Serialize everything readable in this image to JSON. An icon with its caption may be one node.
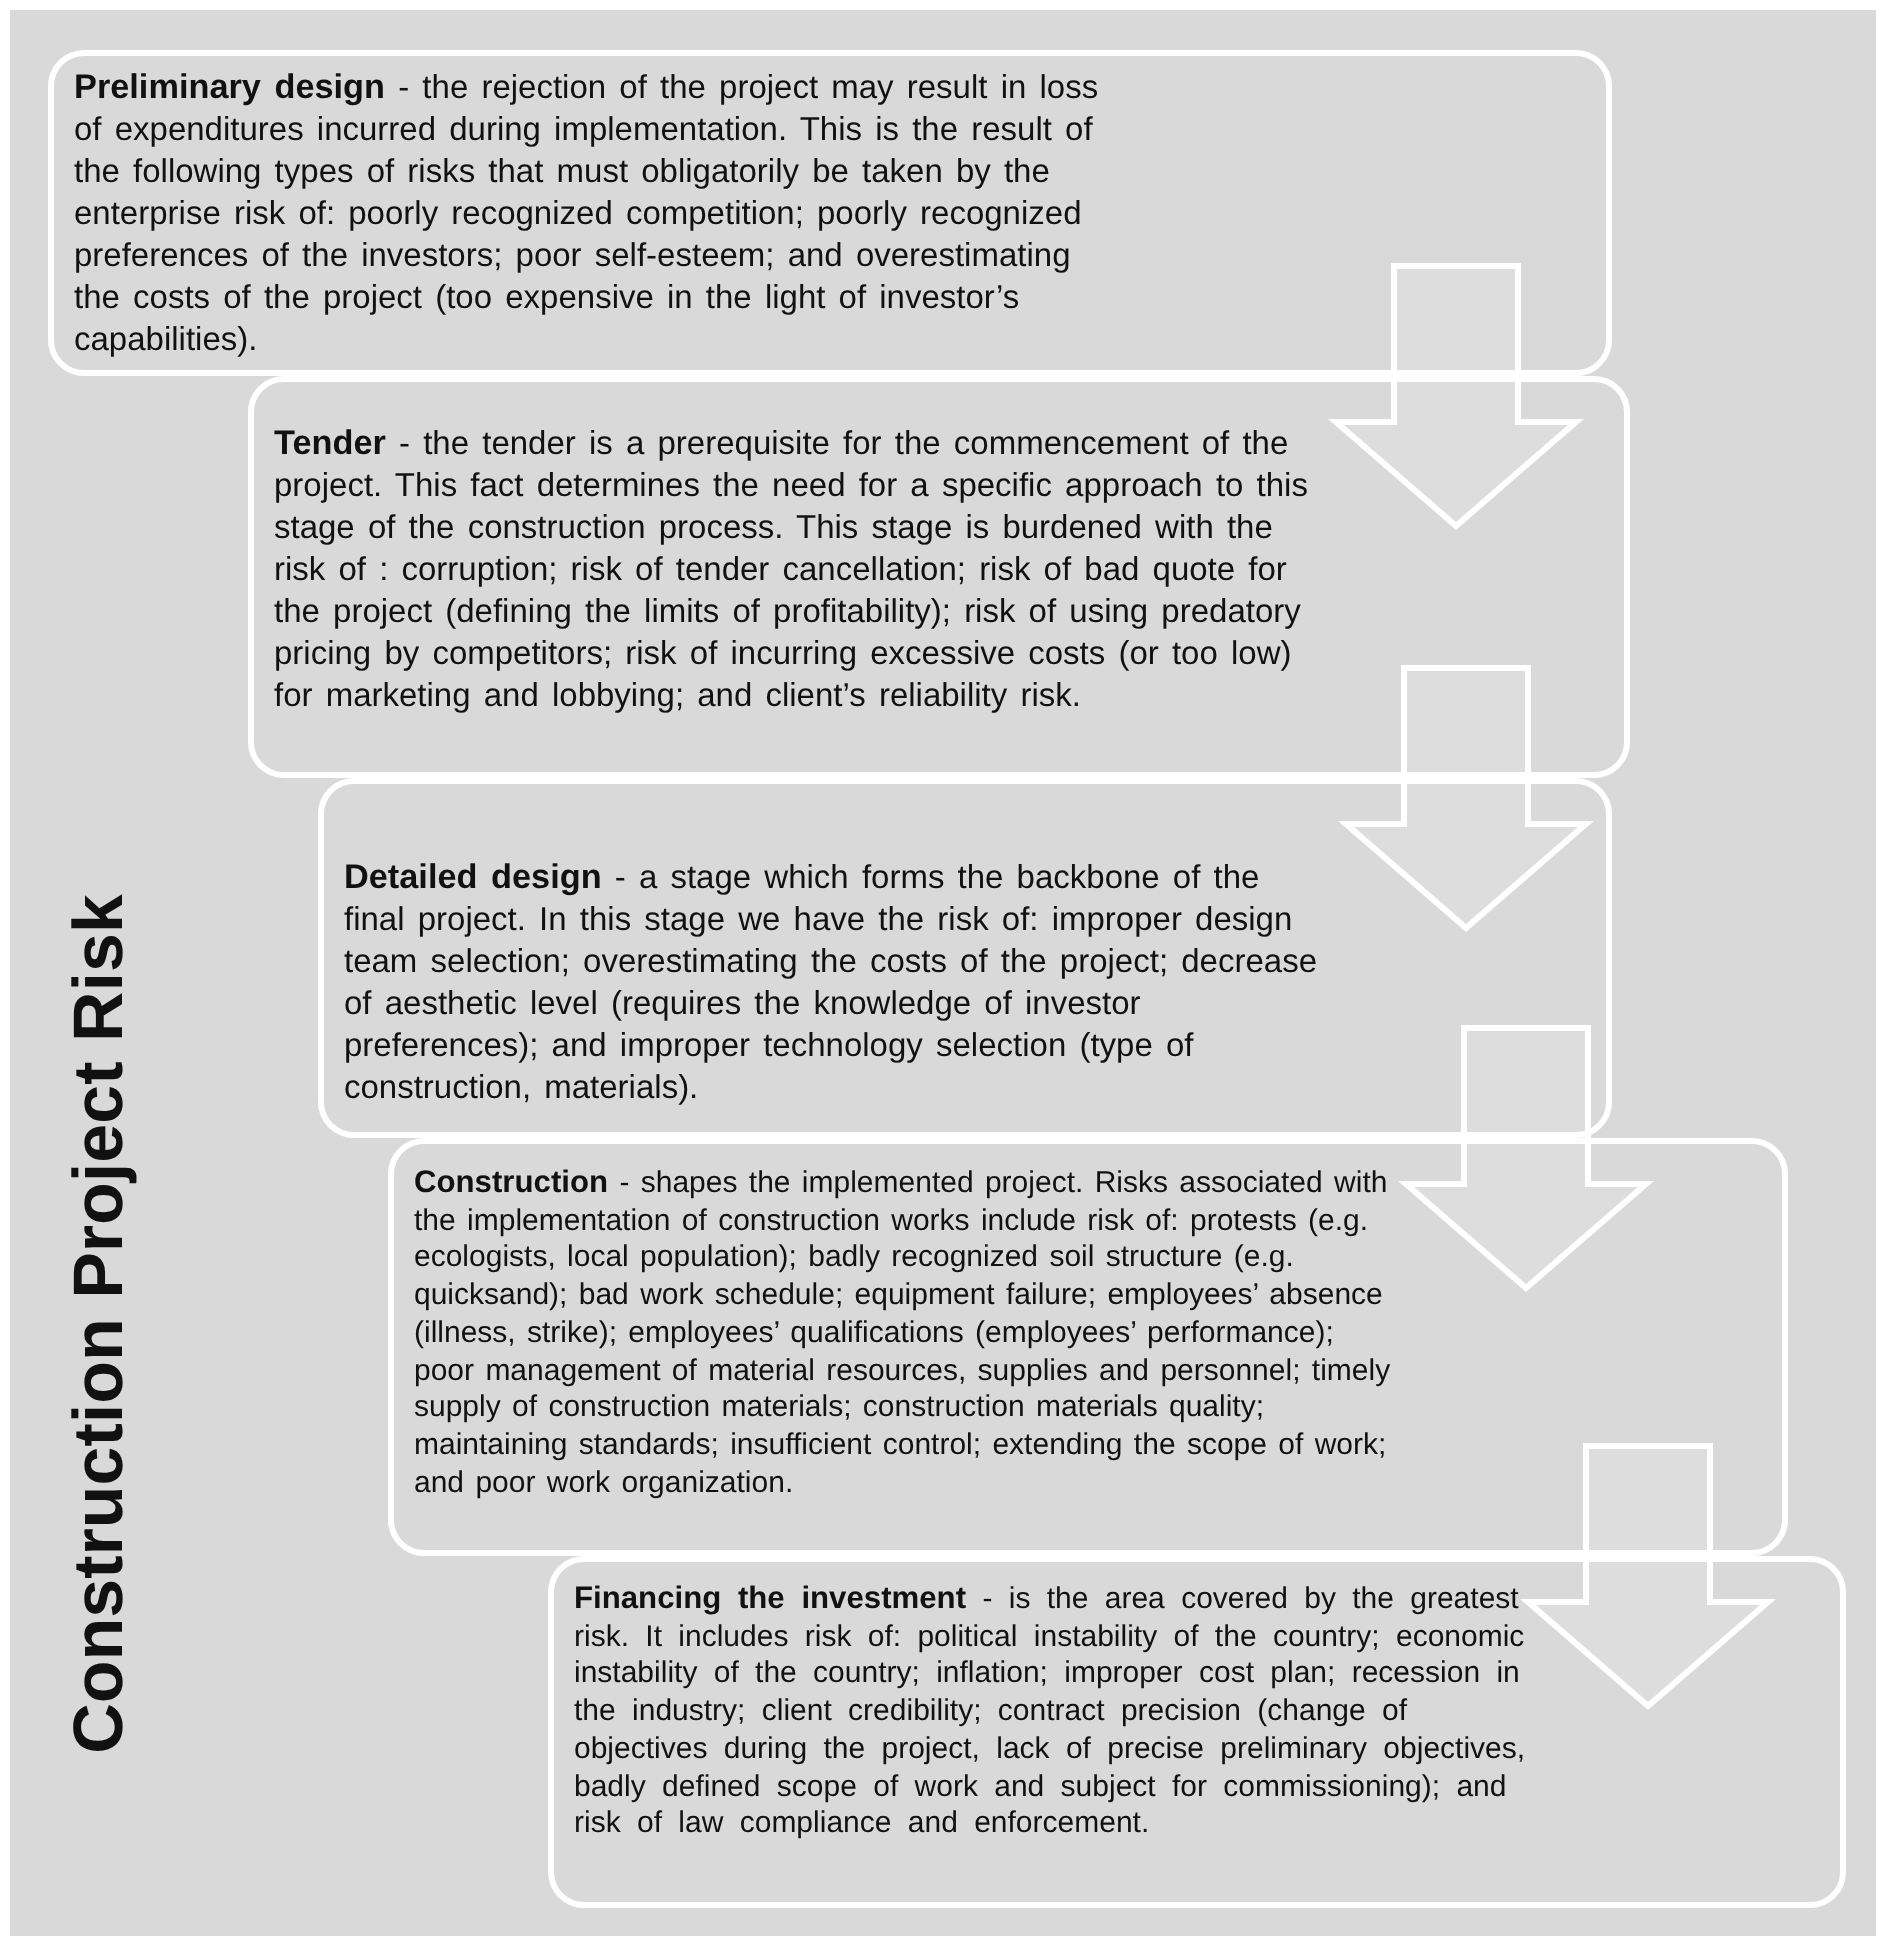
{
  "diagram": {
    "title": "Construction Project Risk",
    "nodes": [
      {
        "text": [
          "**Preliminary design** - the rejection of the project may result in loss of expenditures incurred during implementation. This is the result of the following types of risks that must obligatorily be taken by the enterprise risk of: poorly recognized competition; poorly recognized preferences of the investors; poor self-esteem; and overestimating the costs of the project (too expensive in the light of investor’s capabilities)."
        ]
      },
      {
        "text": [
          "**Tender** - the tender is a prerequisite for the commencement of the project. This fact determines the need for a specific approach to this stage of the construction process. This stage is burdened with the risk of :   corruption;  risk of tender cancellation;  risk of bad quote for the project (defining the limits of profitability); risk of using predatory pricing by competitors; risk of incurring excessive costs (or too low) for marketing and lobbying; and  client’s reliability risk."
        ]
      },
      {
        "text": [
          "**Detailed design** - a stage which forms the backbone of the final project. In this stage we have the  risk of: improper design team selection; overestimating the costs of the project; decrease of aesthetic level (requires the knowledge of investor preferences); and improper technology selection (type of construction, materials)."
        ]
      },
      {
        "text": [
          "**Construction** - shapes the implemented project. Risks associated with the implementation of construction works include risk of: protests (e.g. ecologists, local population); badly recognized soil structure (e.g. quicksand); bad work schedule; equipment failure; employees’ absence (illness, strike); employees’ qualifications (employees’ performance); poor management of material resources, supplies and personnel; timely supply of construction materials; construction materials quality; maintaining standards; insufficient control; extending the scope of work; and poor work organization."
        ]
      },
      {
        "text": [
          "**Financing the investment** - is the area covered by the greatest risk. It includes risk of: political instability of the country; economic instability of the country; inflation; improper cost plan; recession in the industry; client credibility; contract precision (change of objectives during the project, lack of precise preliminary objectives, badly defined scope of work and subject for commissioning); and risk of law compliance and enforcement."
        ]
      }
    ],
    "edges": [
      {
        "from": 0,
        "to": 1,
        "arrow": "to"
      },
      {
        "from": 1,
        "to": 2,
        "arrow": "to"
      },
      {
        "from": 2,
        "to": 3,
        "arrow": "to"
      },
      {
        "from": 3,
        "to": 4,
        "arrow": "to"
      }
    ]
  }
}
